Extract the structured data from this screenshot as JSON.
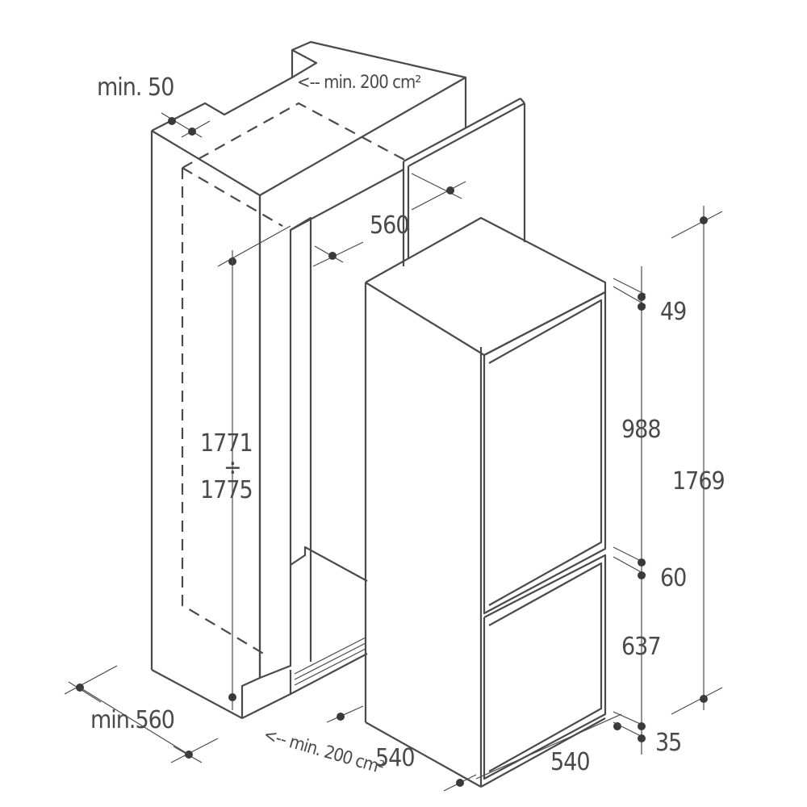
{
  "labels": {
    "min_50": "min. 50",
    "vent_top": "<-- min. 200 cm²",
    "niche_depth": "560",
    "niche_height_a": "1771",
    "niche_height_sep": "÷",
    "niche_height_b": "1775",
    "niche_width": "min.560",
    "vent_bottom": "<-- min. 200 cm²",
    "appliance_width": "540",
    "appliance_depth": "540",
    "top_gap": "49",
    "upper_door": "988",
    "door_gap": "60",
    "lower_door": "637",
    "bottom_gap": "35",
    "total_height": "1769"
  }
}
